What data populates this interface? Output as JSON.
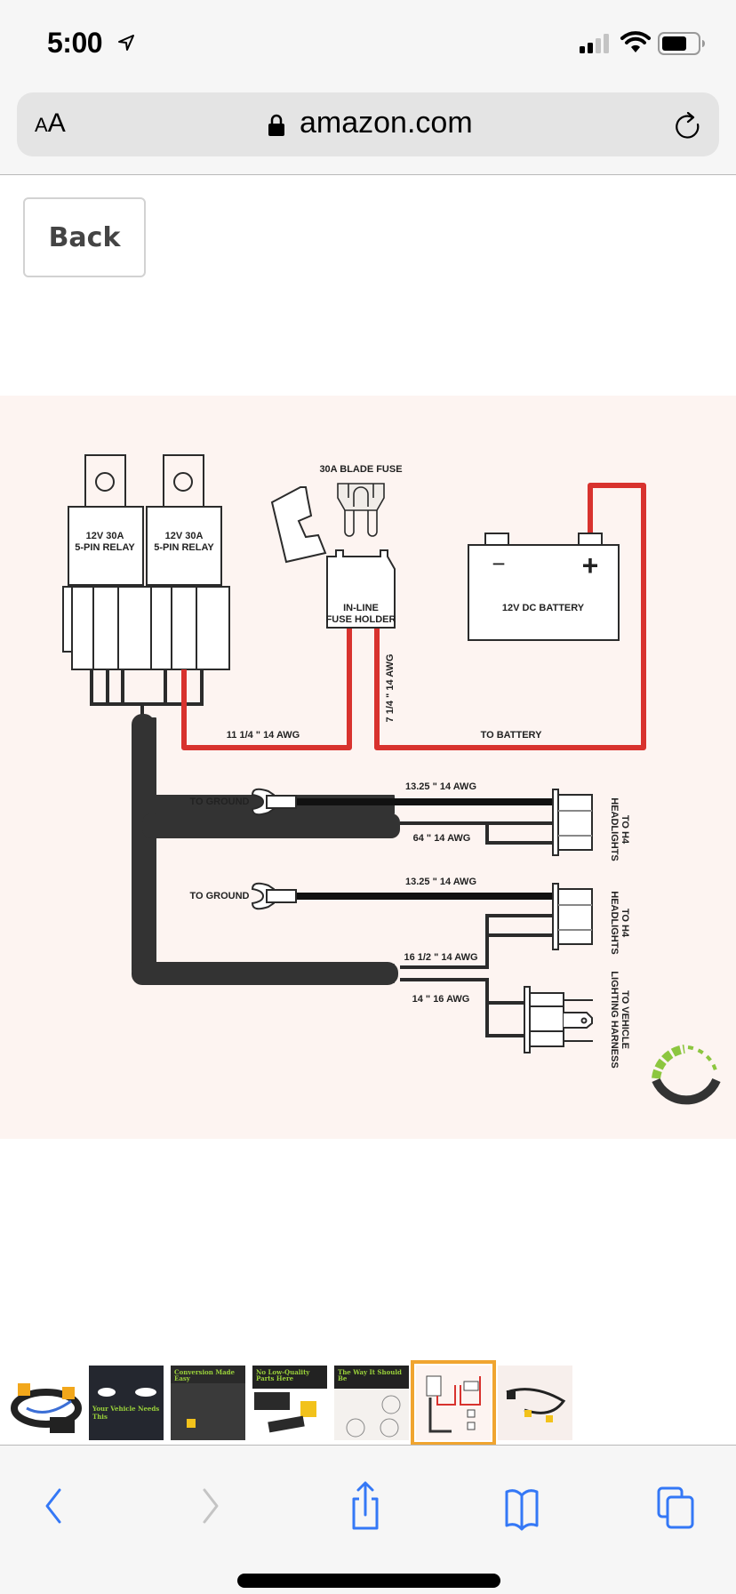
{
  "status_bar": {
    "time": "5:00",
    "location_icon": "location-arrow-icon",
    "signal_icon": "cellular-signal-icon",
    "wifi_icon": "wifi-icon",
    "battery_icon": "battery-icon"
  },
  "address_bar": {
    "text_size_button": {
      "small": "A",
      "large": "A"
    },
    "lock_icon": "lock-icon",
    "domain": "amazon.com",
    "reload_icon": "reload-icon"
  },
  "page": {
    "back_button": "Back"
  },
  "diagram": {
    "relay_1_label": [
      "12V 30A",
      "5-PIN RELAY"
    ],
    "relay_2_label": [
      "12V 30A",
      "5-PIN RELAY"
    ],
    "fuse_label": "30A BLADE FUSE",
    "fuse_holder_label": [
      "IN-LINE",
      "FUSE HOLDER"
    ],
    "battery_label": "12V DC BATTERY",
    "battery_neg": "−",
    "battery_pos": "+",
    "wire_relay_fuse": "11 1/4 \" 14 AWG",
    "wire_fuse_battery": "7 1/4 \" 14 AWG",
    "to_battery": "TO BATTERY",
    "ground_1": "TO GROUND",
    "ground_wire_1": "13.25 \" 14 AWG",
    "headlight_wire_1": "64 \" 14 AWG",
    "headlight_1_label": [
      "TO H4",
      "HEADLIGHTS"
    ],
    "ground_2": "TO GROUND",
    "ground_wire_2": "13.25 \" 14 AWG",
    "headlight_wire_2": "16 1/2 \" 14 AWG",
    "headlight_2_label": [
      "TO H4",
      "HEADLIGHTS"
    ],
    "harness_wire": "14 \" 16 AWG",
    "harness_label": [
      "TO VEHICLE",
      "LIGHTING HARNESS"
    ],
    "colors": {
      "red_wire": "#d8322e",
      "black_wire": "#333333",
      "brand_green": "#8cc63f",
      "background": "#fdf4f1"
    }
  },
  "thumbnails": [
    {
      "alt": "Wiring harness product photo",
      "title": "",
      "caption": ""
    },
    {
      "alt": "Car headlights at night",
      "title": "",
      "caption": "Your Vehicle Needs This"
    },
    {
      "alt": "Conversion photo",
      "title": "Conversion Made Easy",
      "caption": ""
    },
    {
      "alt": "Relay parts photo",
      "title": "No Low-Quality Parts Here",
      "caption": ""
    },
    {
      "alt": "Installation illustration",
      "title": "The Way It Should Be",
      "caption": ""
    },
    {
      "alt": "Wiring diagram",
      "title": "",
      "caption": "",
      "selected": true
    },
    {
      "alt": "Harness laid out",
      "title": "",
      "caption": ""
    }
  ],
  "toolbar": {
    "back": "back-chevron-icon",
    "forward": "forward-chevron-icon",
    "share": "share-icon",
    "bookmarks": "bookmarks-icon",
    "tabs": "tabs-icon"
  }
}
